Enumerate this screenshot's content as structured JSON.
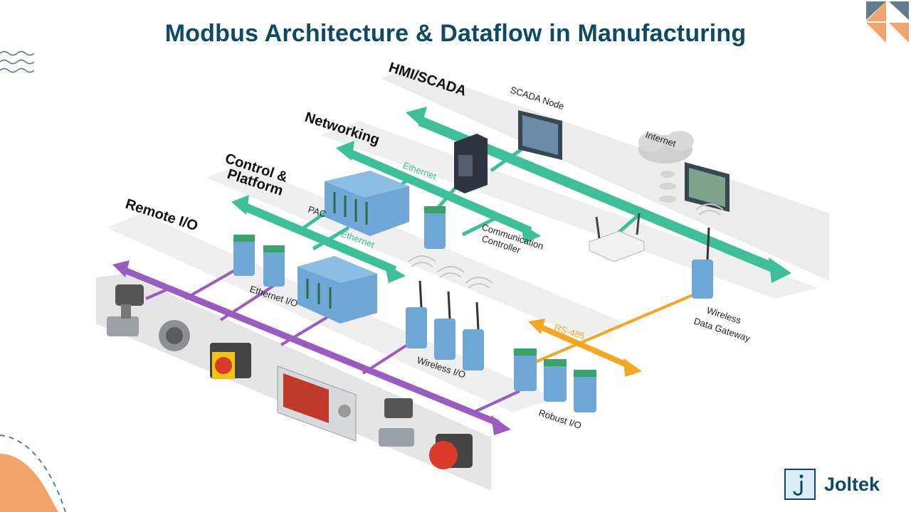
{
  "title": "Modbus Architecture & Dataflow in Manufacturing",
  "logo": {
    "text": "Joltek",
    "mark_letter": "j"
  },
  "layers": {
    "hmi": "HMI/SCADA",
    "networking": "Networking",
    "control_line1": "Control &",
    "control_line2": "Platform",
    "remote_io": "Remote I/O"
  },
  "labels": {
    "scada_node": "SCADA Node",
    "internet": "Internet",
    "ethernet_top": "Ethernet",
    "ethernet_lower": "Ethernet",
    "pac": "PAC",
    "communication_line1": "Communication",
    "communication_line2": "Controller",
    "ethernet_io": "Ethernet I/O",
    "wireless_io": "Wireless I/O",
    "rs485": "RS-485",
    "robust_io": "Robust I/O",
    "wireless_line1": "Wireless",
    "wireless_line2": "Data Gateway"
  },
  "colors": {
    "title": "#0d4a63",
    "ethernet": "#3dbf9a",
    "fieldbus": "#9a5cc0",
    "rs485": "#f5a623",
    "accent_orange": "#f3a46a",
    "accent_slate": "#5f7d8c",
    "device_blue": "#6fa7d6",
    "device_green": "#3aa36a"
  }
}
